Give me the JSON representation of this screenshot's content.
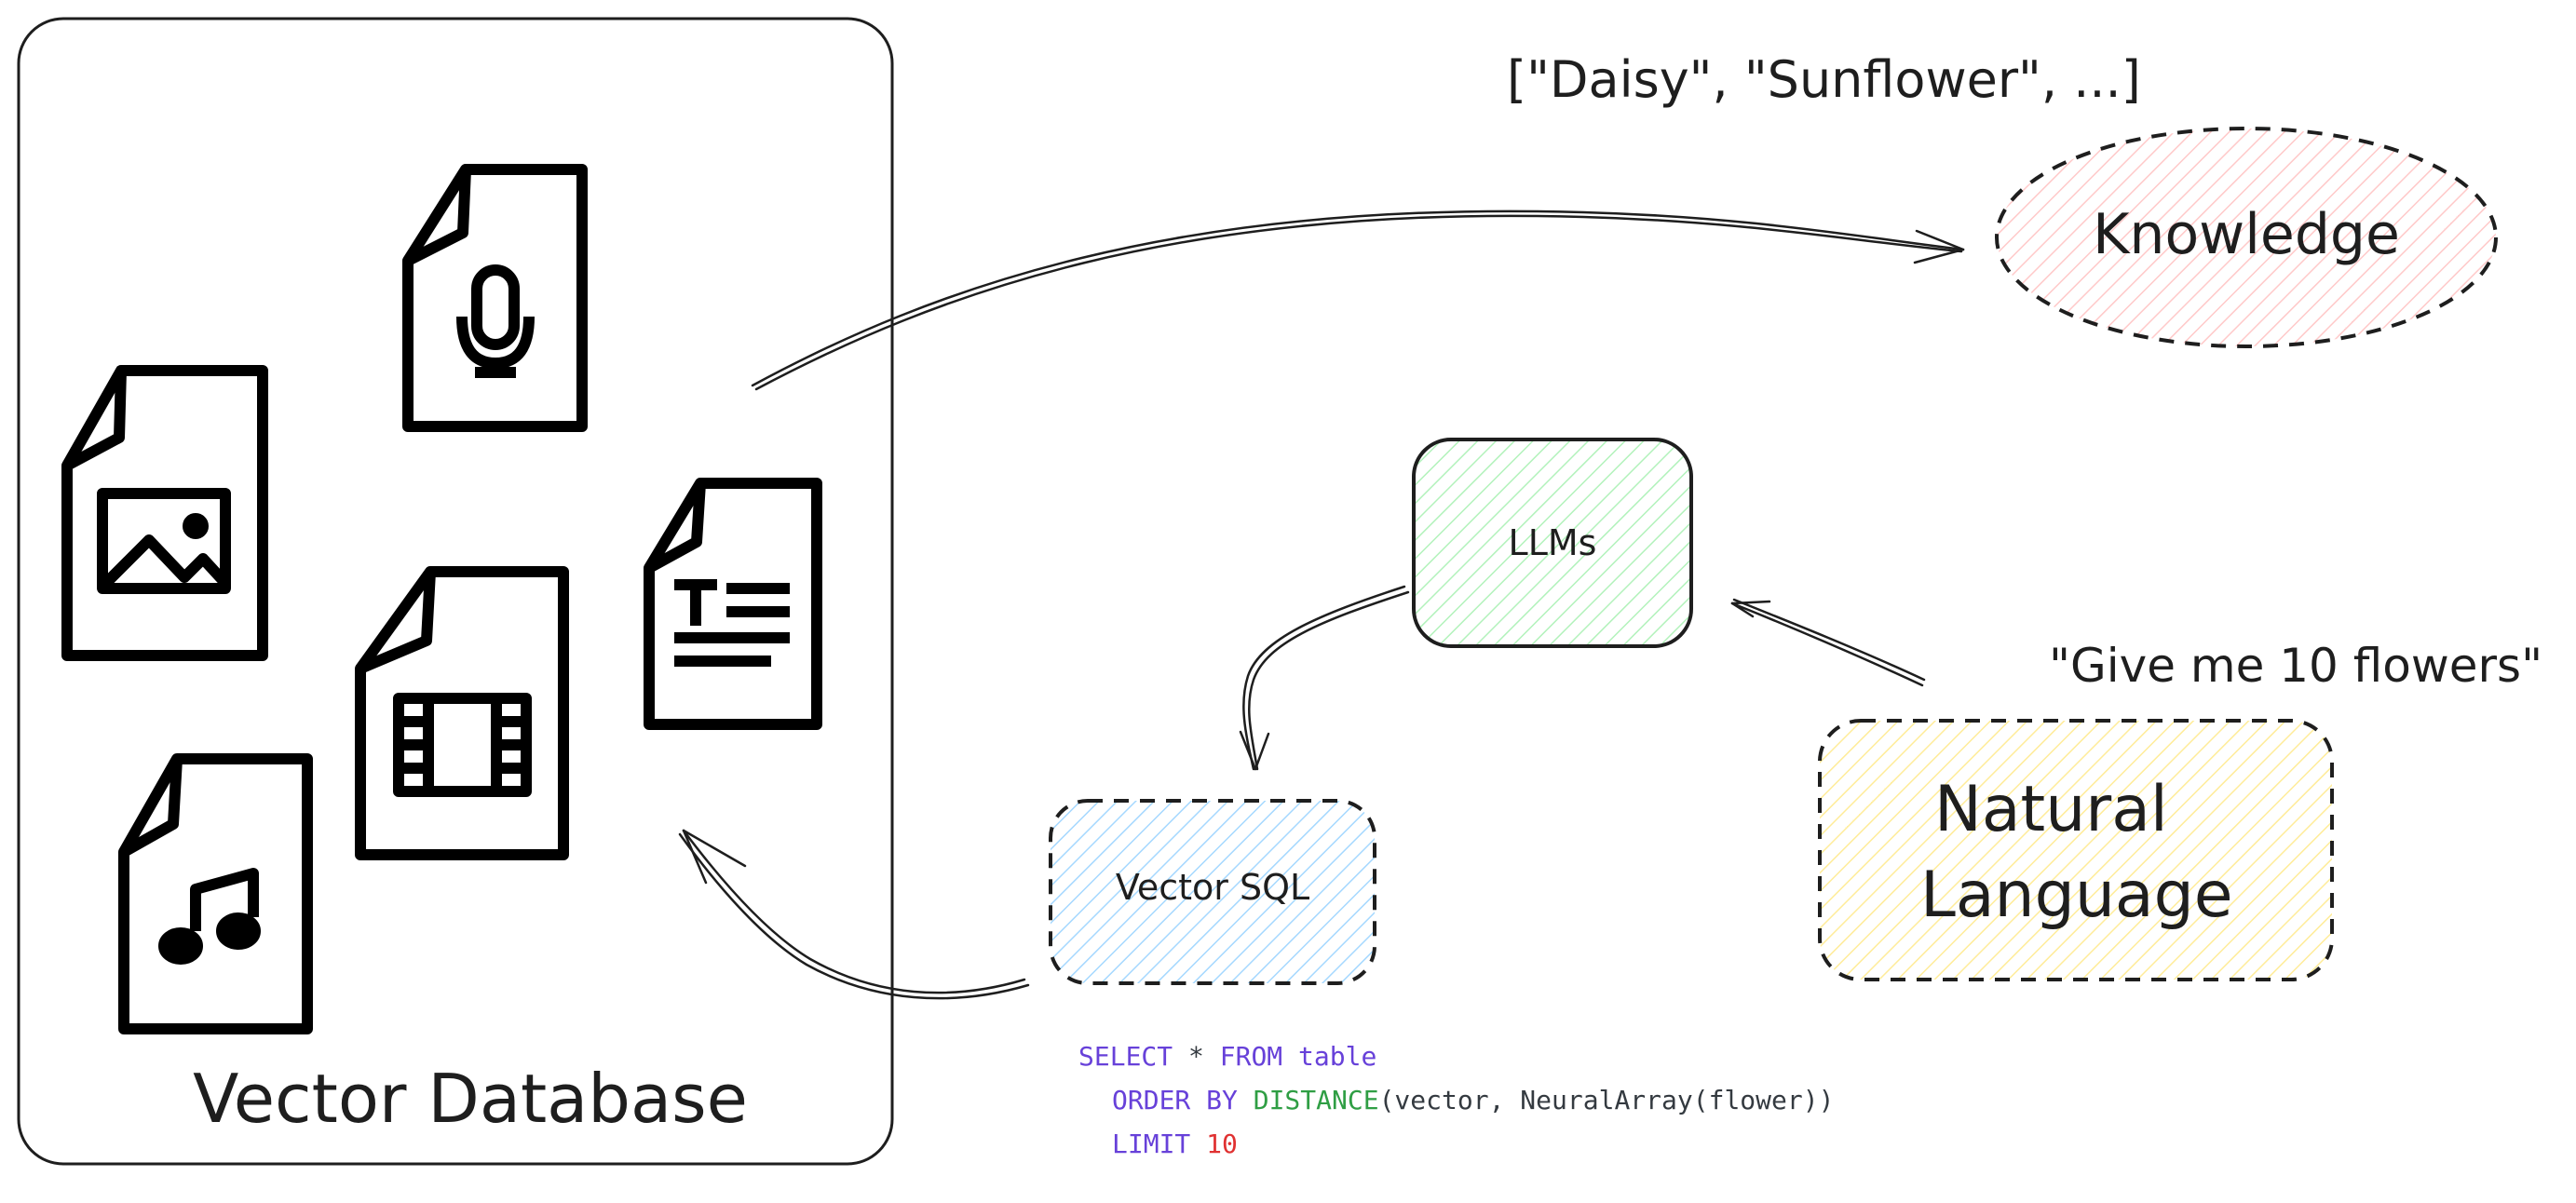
{
  "database": {
    "label": "Vector Database"
  },
  "knowledge": {
    "label": "Knowledge",
    "example": "[\"Daisy\", \"Sunflower\", ...]",
    "fill_color": "#ffc9c9"
  },
  "llms": {
    "label": "LLMs",
    "fill_color": "#b2f2bb"
  },
  "natural_language": {
    "label_line1": "Natural",
    "label_line2": "Language",
    "example": "\"Give me 10 flowers\"",
    "fill_color": "#ffec99"
  },
  "vector_sql": {
    "label": "Vector SQL",
    "fill_color": "#a5d8ff"
  },
  "query": {
    "line1": {
      "kw1": "SELECT",
      "star": " * ",
      "kw2": "FROM",
      "rest": " table"
    },
    "line2": {
      "kw1": "ORDER BY",
      "fn": "DISTANCE",
      "rest": "(vector, NeuralArray(flower))"
    },
    "line3": {
      "kw1": "LIMIT",
      "num": "10"
    }
  },
  "icons": [
    "audio-file-icon",
    "image-file-icon",
    "text-file-icon",
    "video-file-icon",
    "music-file-icon"
  ],
  "colors": {
    "keyword": "#6741d9",
    "function": "#2f9e44",
    "number": "#e03131",
    "text": "#343a40",
    "stroke": "#1e1e1e"
  }
}
